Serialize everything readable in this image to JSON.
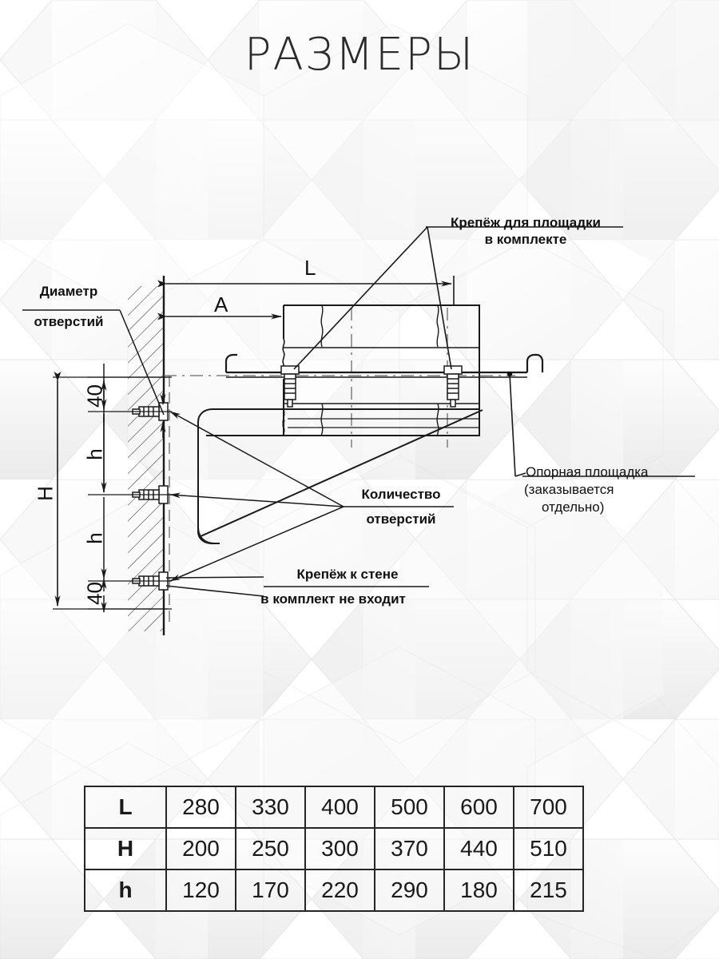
{
  "title": "РАЗМЕРЫ",
  "callouts": {
    "platform_fastener": {
      "line1": "Крепёж для площадки",
      "line2": "в комплекте"
    },
    "hole_diameter": {
      "line1": "Диаметр",
      "line2": "отверстий"
    },
    "hole_count": {
      "line1": "Количество",
      "line2": "отверстий"
    },
    "wall_fastener": {
      "line1": "Крепёж к стене",
      "line2": "в комплект не входит"
    },
    "support_platform": {
      "line1": "Опорная площадка",
      "line2": "(заказывается",
      "line3": "отдельно)"
    }
  },
  "dimensions": {
    "length": "L",
    "offset": "A",
    "height": "H",
    "top_gap": "40",
    "pitch_upper": "h",
    "pitch_lower": "h",
    "bottom_gap": "40"
  },
  "chart_data": {
    "type": "table",
    "title": "РАЗМЕРЫ",
    "row_headers": [
      "L",
      "H",
      "h"
    ],
    "columns": 6,
    "rows": [
      {
        "label": "L",
        "values": [
          "280",
          "330",
          "400",
          "500",
          "600",
          "700"
        ]
      },
      {
        "label": "H",
        "values": [
          "200",
          "250",
          "300",
          "370",
          "440",
          "510"
        ]
      },
      {
        "label": "h",
        "values": [
          "120",
          "170",
          "220",
          "290",
          "180",
          "215"
        ]
      }
    ]
  },
  "colors": {
    "ink": "#1a1a1a",
    "line": "#262626",
    "background": "#ffffff",
    "hex_light": "#fbfbfb",
    "hex_mid": "#f2f2f2",
    "hex_dark": "#e9e9e9"
  }
}
